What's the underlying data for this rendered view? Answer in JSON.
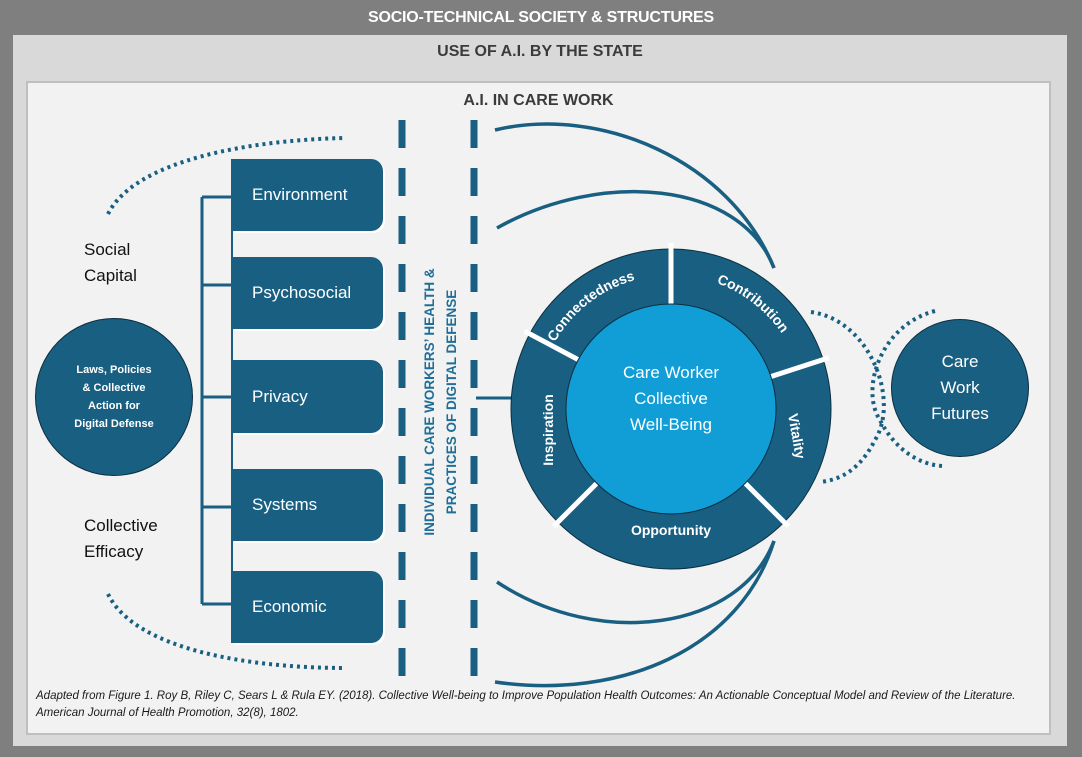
{
  "titles": {
    "outer": "SOCIO-TECHNICAL SOCIETY &  STRUCTURES",
    "state": "USE OF A.I. BY THE STATE",
    "care_work": "A.I. IN CARE WORK"
  },
  "left": {
    "social_capital": [
      "Social",
      "Capital"
    ],
    "collective_efficacy": [
      "Collective",
      "Efficacy"
    ],
    "laws_circle": [
      "Laws, Policies",
      "& Collective",
      "Action for",
      "Digital Defense"
    ]
  },
  "domains": [
    {
      "label": "Environment"
    },
    {
      "label": "Psychosocial"
    },
    {
      "label": "Privacy"
    },
    {
      "label": "Systems"
    },
    {
      "label": "Economic"
    }
  ],
  "vertical_label": [
    "INDIVIDUAL CARE WORKERS’ HEALTH &",
    "PRACTICES OF DIGITAL DEFENSE"
  ],
  "wheel": {
    "center": [
      "Care Worker",
      "Collective",
      "Well-Being"
    ],
    "segments": [
      "Connectedness",
      "Contribution",
      "Vitality",
      "Opportunity",
      "Inspiration"
    ]
  },
  "futures_circle": [
    "Care",
    "Work",
    "Futures"
  ],
  "citation": "Adapted from Figure 1. Roy B, Riley C, Sears L & Rula EY. (2018). Collective Well-being to Improve Population Health Outcomes: An Actionable Conceptual Model and Review of the Literature. American Journal of Health Promotion, 32(8), 1802.",
  "colors": {
    "dark_teal": "#195f82",
    "bright_blue": "#119dd6",
    "label_blue": "#1f6e97",
    "frame_gray": "#7f7f7f",
    "panel_gray": "#d9d9d9",
    "inner_bg": "#f2f2f2"
  }
}
